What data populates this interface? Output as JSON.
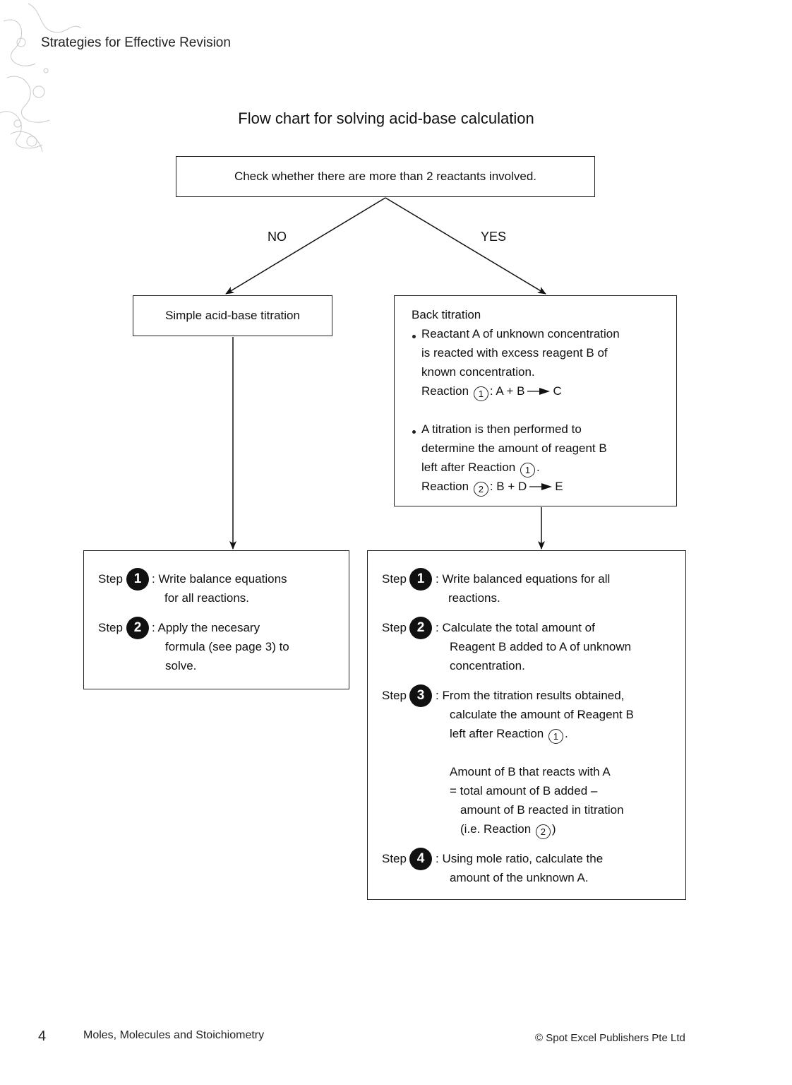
{
  "header": {
    "section_title": "Strategies for Effective Revision"
  },
  "title": "Flow chart for solving acid-base calculation",
  "decision": {
    "question": "Check whether there are more than 2 reactants involved.",
    "no_label": "NO",
    "yes_label": "YES"
  },
  "simple_box": {
    "label": "Simple acid-base titration"
  },
  "back_box": {
    "heading": "Back titration",
    "bullet1": {
      "line1": "Reactant A of unknown concentration",
      "line2": "is reacted with excess reagent B of",
      "line3": "known concentration.",
      "reaction_prefix": "Reaction",
      "reaction_num": "1",
      "reaction_lhs": ": A + B",
      "reaction_rhs": "C"
    },
    "bullet2": {
      "line1": "A titration is then performed to",
      "line2": "determine the amount of reagent B",
      "line3_text": "left after Reaction",
      "line3_num": "1",
      "line3_end": ".",
      "reaction_prefix": "Reaction",
      "reaction_num": "2",
      "reaction_lhs": ": B + D",
      "reaction_rhs": "E"
    }
  },
  "left_steps": {
    "step_word": "Step",
    "step1": {
      "num": "1",
      "line1": ": Write balance equations",
      "line2": "for all reactions."
    },
    "step2": {
      "num": "2",
      "line1": ": Apply the necesary",
      "line2": "formula (see page 3) to",
      "line3": "solve."
    }
  },
  "right_steps": {
    "step_word": "Step",
    "step1": {
      "num": "1",
      "line1": ": Write balanced equations for all",
      "line2": "reactions."
    },
    "step2": {
      "num": "2",
      "line1": ": Calculate the total amount of",
      "line2": "Reagent B added to A of unknown",
      "line3": "concentration."
    },
    "step3": {
      "num": "3",
      "line1": ": From the titration results obtained,",
      "line2": "calculate the amount of Reagent B",
      "line3_text": "left after Reaction",
      "line3_num": "1",
      "line3_end": ".",
      "note1": "Amount of B that reacts with A",
      "note2": "= total amount of B added –",
      "note3": "amount of B reacted in titration",
      "note4_text": "(i.e. Reaction",
      "note4_num": "2",
      "note4_end": ")"
    },
    "step4": {
      "num": "4",
      "line1": ": Using mole ratio, calculate the",
      "line2": "amount of the unknown A."
    }
  },
  "footer": {
    "page_number": "4",
    "chapter": "Moles, Molecules and Stoichiometry",
    "copyright": "© Spot Excel Publishers Pte Ltd"
  }
}
